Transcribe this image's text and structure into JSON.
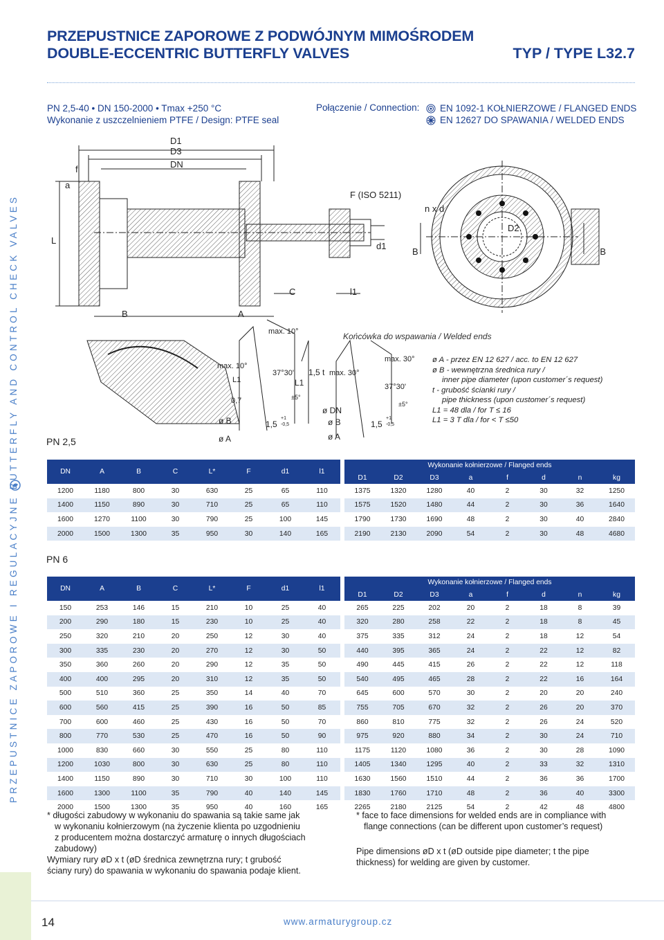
{
  "header": {
    "title_pl": "PRZEPUSTNICE ZAPOROWE Z PODWÓJNYM MIMOŚRODEM",
    "title_en": "DOUBLE-ECCENTRIC BUTTERFLY VALVES",
    "type": "TYP / TYPE L32.7"
  },
  "spec": {
    "line1": "PN 2,5-40 • DN 150-2000 • Tmax +250 °C",
    "line2": "Wykonanie z uszczelnieniem PTFE / Design: PTFE seal"
  },
  "connection": {
    "label": "Połączenie / Connection:",
    "flanged": "EN 1092-1 KOŁNIERZOWE / FLANGED ENDS",
    "welded": "EN 12627 DO SPAWANIA / WELDED ENDS",
    "flanged_icon": "flange-icon",
    "welded_icon": "weld-icon"
  },
  "side_text": "PRZEPUSTNICE ZAPOROWE I REGULACYJNE   BUTTERFLY AND CONTROL CHECK VALVES",
  "drawing": {
    "D1": "D1",
    "D3": "D3",
    "DN": "DN",
    "a": "a",
    "f": "f",
    "L": "L",
    "B": "B",
    "A": "A",
    "C": "C",
    "l1": "l1",
    "F": "F (ISO 5211)",
    "d1": "d1",
    "nxd": "n x d",
    "D2": "D2",
    "max10": "max. 10°",
    "max10b": "max. 10°",
    "angle": "37°30'",
    "tol": "±5°",
    "t15": "1,5 t",
    "L1": "L1",
    "L1b": "L1",
    "s07": "0,7",
    "phiB": "ø B",
    "phiA": "ø A",
    "s15": "1,5",
    "tolp": "+1",
    "tolm": "-0,5",
    "max30": "max. 30°",
    "max30b": "max. 30°",
    "phiDN": "ø DN",
    "phiB2": "ø B",
    "phiA2": "ø A",
    "s15b": "1,5",
    "angle2": "37°30'",
    "tol2": "±5°",
    "tolp2": "+1",
    "tolm2": "-0,5"
  },
  "welded_label": "Końcówka do wspawania / Welded ends",
  "legend": [
    "ø A - przez  EN 12 627 / acc. to EN 12 627",
    "ø B - wewnętrzna średnica rury /",
    "inner pipe diameter (upon customer´s request)",
    "t - grubość ścianki rury /",
    "pipe thickness (upon customer´s request)",
    "L1 = 48 dla / for T  ≤ 16",
    "L1 = 3 T dla / for < T ≤50"
  ],
  "pn25": {
    "label": "PN 2,5",
    "flanged_header": "Wykonanie kołnierzowe / Flanged ends",
    "columns": [
      "DN",
      "A",
      "B",
      "C",
      "L*",
      "F",
      "d1",
      "l1",
      "D1",
      "D2",
      "D3",
      "a",
      "f",
      "d",
      "n",
      "kg"
    ],
    "rows": [
      [
        "1200",
        "1180",
        "800",
        "30",
        "630",
        "25",
        "65",
        "110",
        "1375",
        "1320",
        "1280",
        "40",
        "2",
        "30",
        "32",
        "1250"
      ],
      [
        "1400",
        "1150",
        "890",
        "30",
        "710",
        "25",
        "65",
        "110",
        "1575",
        "1520",
        "1480",
        "44",
        "2",
        "30",
        "36",
        "1640"
      ],
      [
        "1600",
        "1270",
        "1100",
        "30",
        "790",
        "25",
        "100",
        "145",
        "1790",
        "1730",
        "1690",
        "48",
        "2",
        "30",
        "40",
        "2840"
      ],
      [
        "2000",
        "1500",
        "1300",
        "35",
        "950",
        "30",
        "140",
        "165",
        "2190",
        "2130",
        "2090",
        "54",
        "2",
        "30",
        "48",
        "4680"
      ]
    ]
  },
  "pn6": {
    "label": "PN 6",
    "flanged_header": "Wykonanie kołnierzowe / Flanged ends",
    "columns": [
      "DN",
      "A",
      "B",
      "C",
      "L*",
      "F",
      "d1",
      "l1",
      "D1",
      "D2",
      "D3",
      "a",
      "f",
      "d",
      "n",
      "kg"
    ],
    "rows": [
      [
        "150",
        "253",
        "146",
        "15",
        "210",
        "10",
        "25",
        "40",
        "265",
        "225",
        "202",
        "20",
        "2",
        "18",
        "8",
        "39"
      ],
      [
        "200",
        "290",
        "180",
        "15",
        "230",
        "10",
        "25",
        "40",
        "320",
        "280",
        "258",
        "22",
        "2",
        "18",
        "8",
        "45"
      ],
      [
        "250",
        "320",
        "210",
        "20",
        "250",
        "12",
        "30",
        "40",
        "375",
        "335",
        "312",
        "24",
        "2",
        "18",
        "12",
        "54"
      ],
      [
        "300",
        "335",
        "230",
        "20",
        "270",
        "12",
        "30",
        "50",
        "440",
        "395",
        "365",
        "24",
        "2",
        "22",
        "12",
        "82"
      ],
      [
        "350",
        "360",
        "260",
        "20",
        "290",
        "12",
        "35",
        "50",
        "490",
        "445",
        "415",
        "26",
        "2",
        "22",
        "12",
        "118"
      ],
      [
        "400",
        "400",
        "295",
        "20",
        "310",
        "12",
        "35",
        "50",
        "540",
        "495",
        "465",
        "28",
        "2",
        "22",
        "16",
        "164"
      ],
      [
        "500",
        "510",
        "360",
        "25",
        "350",
        "14",
        "40",
        "70",
        "645",
        "600",
        "570",
        "30",
        "2",
        "20",
        "20",
        "240"
      ],
      [
        "600",
        "560",
        "415",
        "25",
        "390",
        "16",
        "50",
        "85",
        "755",
        "705",
        "670",
        "32",
        "2",
        "26",
        "20",
        "370"
      ],
      [
        "700",
        "600",
        "460",
        "25",
        "430",
        "16",
        "50",
        "70",
        "860",
        "810",
        "775",
        "32",
        "2",
        "26",
        "24",
        "520"
      ],
      [
        "800",
        "770",
        "530",
        "25",
        "470",
        "16",
        "50",
        "90",
        "975",
        "920",
        "880",
        "34",
        "2",
        "30",
        "24",
        "710"
      ],
      [
        "1000",
        "830",
        "660",
        "30",
        "550",
        "25",
        "80",
        "110",
        "1175",
        "1120",
        "1080",
        "36",
        "2",
        "30",
        "28",
        "1090"
      ],
      [
        "1200",
        "1030",
        "800",
        "30",
        "630",
        "25",
        "80",
        "110",
        "1405",
        "1340",
        "1295",
        "40",
        "2",
        "33",
        "32",
        "1310"
      ],
      [
        "1400",
        "1150",
        "890",
        "30",
        "710",
        "30",
        "100",
        "110",
        "1630",
        "1560",
        "1510",
        "44",
        "2",
        "36",
        "36",
        "1700"
      ],
      [
        "1600",
        "1300",
        "1100",
        "35",
        "790",
        "40",
        "140",
        "145",
        "1830",
        "1760",
        "1710",
        "48",
        "2",
        "36",
        "40",
        "3300"
      ],
      [
        "2000",
        "1500",
        "1300",
        "35",
        "950",
        "40",
        "160",
        "165",
        "2265",
        "2180",
        "2125",
        "54",
        "2",
        "42",
        "48",
        "4800"
      ]
    ]
  },
  "notes": {
    "pl_1": "* długości zabudowy w wykonaniu do spawania są takie same jak",
    "pl_2": "w wykonaniu kołnierzowym (na życzenie klienta po uzgodnieniu",
    "pl_3": "z producentem można dostarczyć armaturę o innych długościach",
    "pl_4": "zabudowy)",
    "pl_5": "Wymiary rury øD x t (øD  średnica zewnętrzna rury; t  grubość",
    "pl_6": "ściany rury) do spawania  w wykonaniu do spawania podaje klient.",
    "en_1": "* face to face dimensions for welded ends are in compliance with",
    "en_2": "flange connections (can be different upon customer’s request)",
    "en_3": "Pipe dimensions øD x t (øD  outside pipe diameter; t  the pipe",
    "en_4": "thickness) for welding are given by customer."
  },
  "footer": {
    "page": "14",
    "website": "www.armaturygroup.cz"
  },
  "colors": {
    "brand_blue": "#1b3f8f",
    "accent_blue": "#4a7fc8",
    "row_stripe": "#dde7f4",
    "side_green": "#e9f2d6"
  }
}
